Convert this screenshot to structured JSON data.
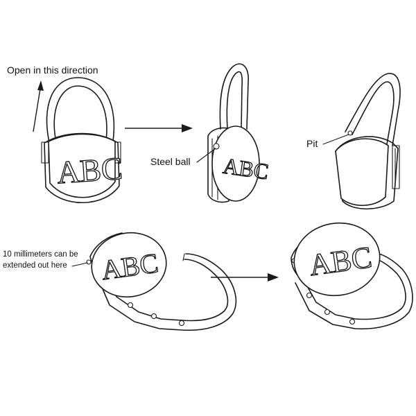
{
  "labels": {
    "open_direction": "Open in this direction",
    "steel_ball": "Steel ball",
    "pit": "Pit",
    "extend_line1": "10 millimeters can be",
    "extend_line2": "extended out here"
  },
  "monogram": "ABC",
  "colors": {
    "ink": "#1a1a1a",
    "background": "#ffffff"
  }
}
